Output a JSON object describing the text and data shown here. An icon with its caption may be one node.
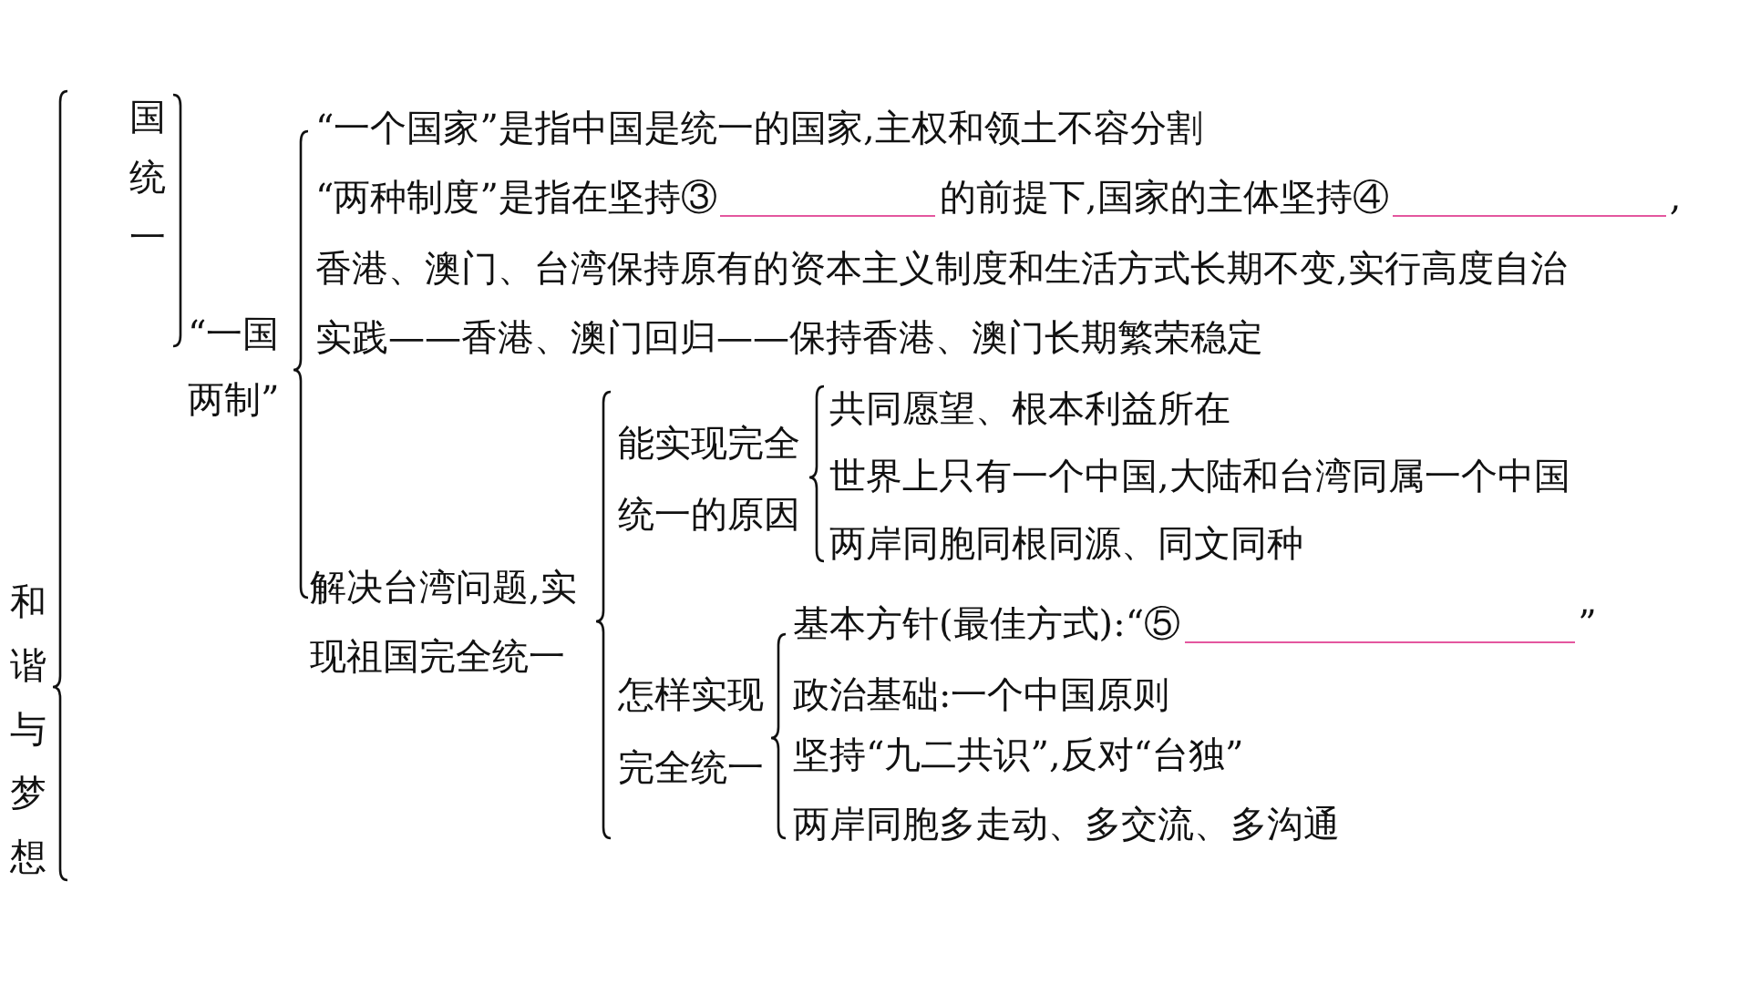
{
  "diagram": {
    "labels": [
      "和谐与梦想",
      "国统一",
      "“一国两制”",
      "“一个国家”是指中国是统一的国家,主权和领土不容分割",
      "“两种制度”是指在坚持③",
      "的前提下,国家的主体坚持④",
      ",",
      "香港、澳门、台湾保持原有的资本主义制度和生活方式长期不变,实行高度自治",
      "实践——香港、澳门回归——保持香港、澳门长期繁荣稳定",
      "解决台湾问题,实现祖国完全统一",
      "能实现完全统一的原因",
      "共同愿望、根本利益所在",
      "世界上只有一个中国,大陆和台湾同属一个中国",
      "两岸同胞同根同源、同文同种",
      "怎样实现完全统一",
      "基本方针(最佳方式):“⑤",
      "”",
      "政治基础:一个中国原则",
      "坚持“九二共识”,反对“台独”",
      "两岸同胞多走动、多交流、多沟通"
    ]
  }
}
